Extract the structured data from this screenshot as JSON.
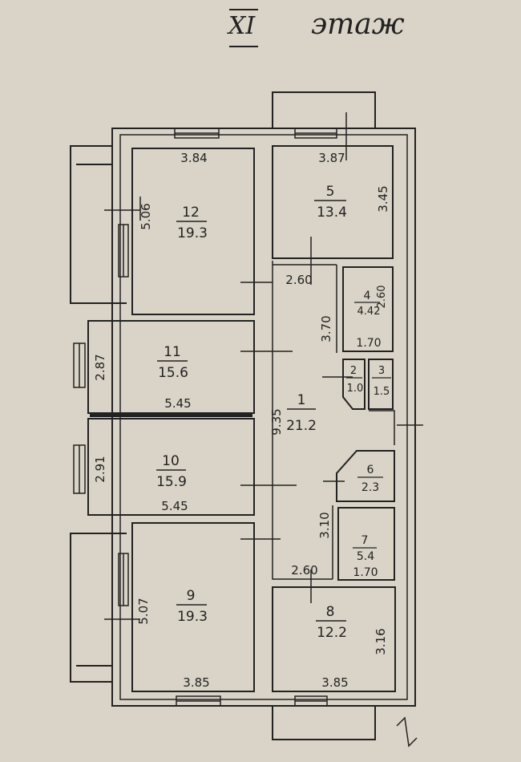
{
  "title": {
    "floor_numeral": "XI",
    "floor_word": "этаж"
  },
  "rooms": [
    {
      "id": "12",
      "number": "12",
      "area": "19.3",
      "dims": [
        "3.84",
        "5.06"
      ]
    },
    {
      "id": "5",
      "number": "5",
      "area": "13.4",
      "dims": [
        "3.87",
        "3.45"
      ]
    },
    {
      "id": "11",
      "number": "11",
      "area": "15.6",
      "dims": [
        "2.87",
        "5.45"
      ]
    },
    {
      "id": "10",
      "number": "10",
      "area": "15.9",
      "dims": [
        "2.91",
        "5.45"
      ]
    },
    {
      "id": "9",
      "number": "9",
      "area": "19.3",
      "dims": [
        "5.07",
        "3.85"
      ]
    },
    {
      "id": "8",
      "number": "8",
      "area": "12.2",
      "dims": [
        "3.16",
        "3.85"
      ]
    },
    {
      "id": "1",
      "number": "1",
      "area": "21.2",
      "dims": [
        "9.35",
        "2.60",
        "3.70",
        "3.10",
        "2.60"
      ]
    },
    {
      "id": "4",
      "number": "4",
      "area": "4.42",
      "dims": [
        "2.60",
        "1.70"
      ]
    },
    {
      "id": "2",
      "number": "2",
      "area": "1.0",
      "dims": []
    },
    {
      "id": "3",
      "number": "3",
      "area": "1.5",
      "dims": []
    },
    {
      "id": "6",
      "number": "6",
      "area": "2.3",
      "dims": []
    },
    {
      "id": "7",
      "number": "7",
      "area": "5.4",
      "dims": [
        "1.70"
      ]
    }
  ],
  "colors": {
    "paper": "#d9d4c7",
    "ink": "#222222"
  }
}
